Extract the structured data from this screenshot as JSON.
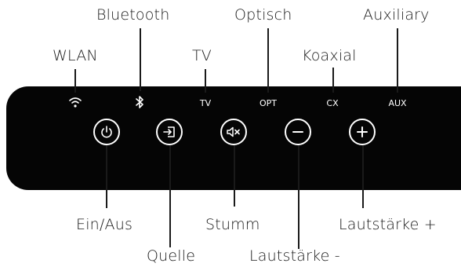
{
  "callouts": {
    "wlan": "WLAN",
    "bluetooth": "Bluetooth",
    "tv": "TV",
    "optisch": "Optisch",
    "koaxial": "Koaxial",
    "auxiliary": "Auxiliary",
    "power": "Ein/Aus",
    "source": "Quelle",
    "mute": "Stumm",
    "vol_down": "Lautstärke -",
    "vol_up": "Lautstärke +"
  },
  "indicators": {
    "tv": "TV",
    "opt": "OPT",
    "cx": "CX",
    "aux": "AUX"
  },
  "icons": [
    "wifi-icon",
    "bluetooth-icon",
    "power-icon",
    "source-input-icon",
    "mute-icon",
    "minus-icon",
    "plus-icon"
  ],
  "colors": {
    "panel": "#050505",
    "text": "#1a1a1a",
    "indicator": "#ffffff"
  }
}
